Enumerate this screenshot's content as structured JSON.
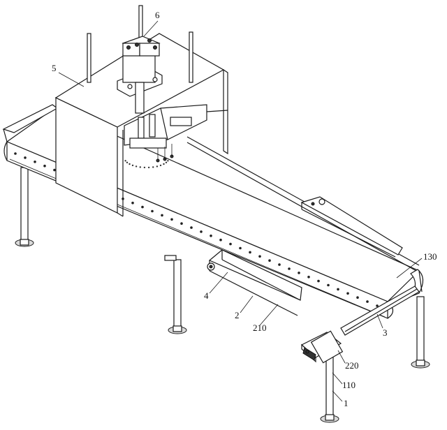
{
  "labels": [
    {
      "id": "lbl-6",
      "text": "6"
    },
    {
      "id": "lbl-5",
      "text": "5"
    },
    {
      "id": "lbl-130",
      "text": "130"
    },
    {
      "id": "lbl-4",
      "text": "4"
    },
    {
      "id": "lbl-2",
      "text": "2"
    },
    {
      "id": "lbl-210",
      "text": "210"
    },
    {
      "id": "lbl-3",
      "text": "3"
    },
    {
      "id": "lbl-220",
      "text": "220"
    },
    {
      "id": "lbl-110",
      "text": "110"
    },
    {
      "id": "lbl-1",
      "text": "1"
    }
  ]
}
